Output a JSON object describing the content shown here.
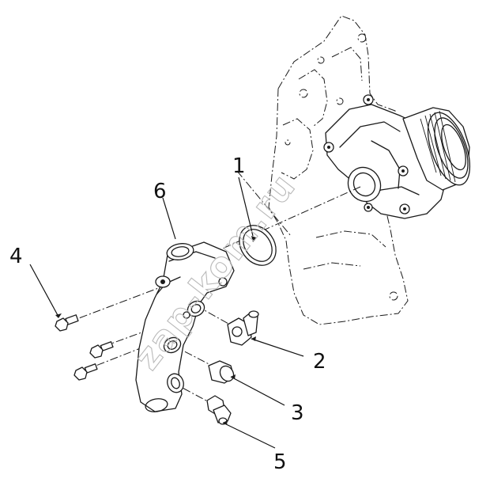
{
  "callouts": {
    "c1": "1",
    "c2": "2",
    "c3": "3",
    "c4": "4",
    "c5": "5",
    "c6": "6"
  },
  "watermark": "zap-kom.ru",
  "colors": {
    "line": "#1a1a1a",
    "watermark": "#b9b9b9",
    "background": "#ffffff"
  }
}
